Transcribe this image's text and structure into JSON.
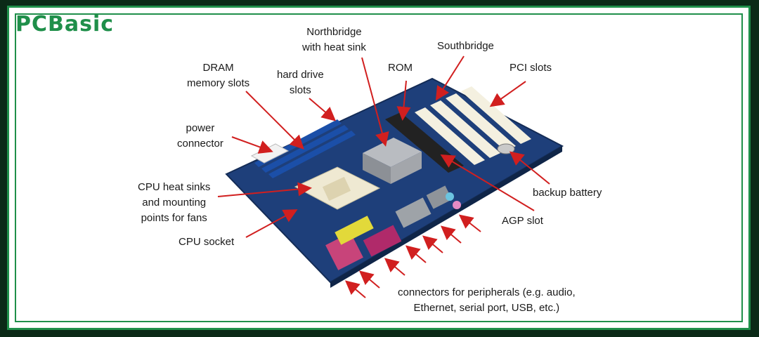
{
  "logo": {
    "text": "PCBasic"
  },
  "labels": {
    "dram": [
      "DRAM",
      "memory slots"
    ],
    "hard_drive": [
      "hard drive",
      "slots"
    ],
    "northbridge": [
      "Northbridge",
      "with heat sink"
    ],
    "rom": [
      "ROM"
    ],
    "southbridge": [
      "Southbridge"
    ],
    "pci": [
      "PCI slots"
    ],
    "power": [
      "power",
      "connector"
    ],
    "cpu_heat": [
      "CPU heat sinks",
      "and mounting",
      "points for fans"
    ],
    "cpu_socket": [
      "CPU socket"
    ],
    "backup_battery": [
      "backup battery"
    ],
    "agp": [
      "AGP slot"
    ],
    "peripherals": [
      "connectors for peripherals (e.g. audio,",
      "Ethernet, serial port, USB, etc.)"
    ]
  },
  "colors": {
    "frame_dark": "#0b2a17",
    "frame_green": "#1f8f4a",
    "arrow": "#d11f1f",
    "pcb": "#1e3f7a"
  }
}
